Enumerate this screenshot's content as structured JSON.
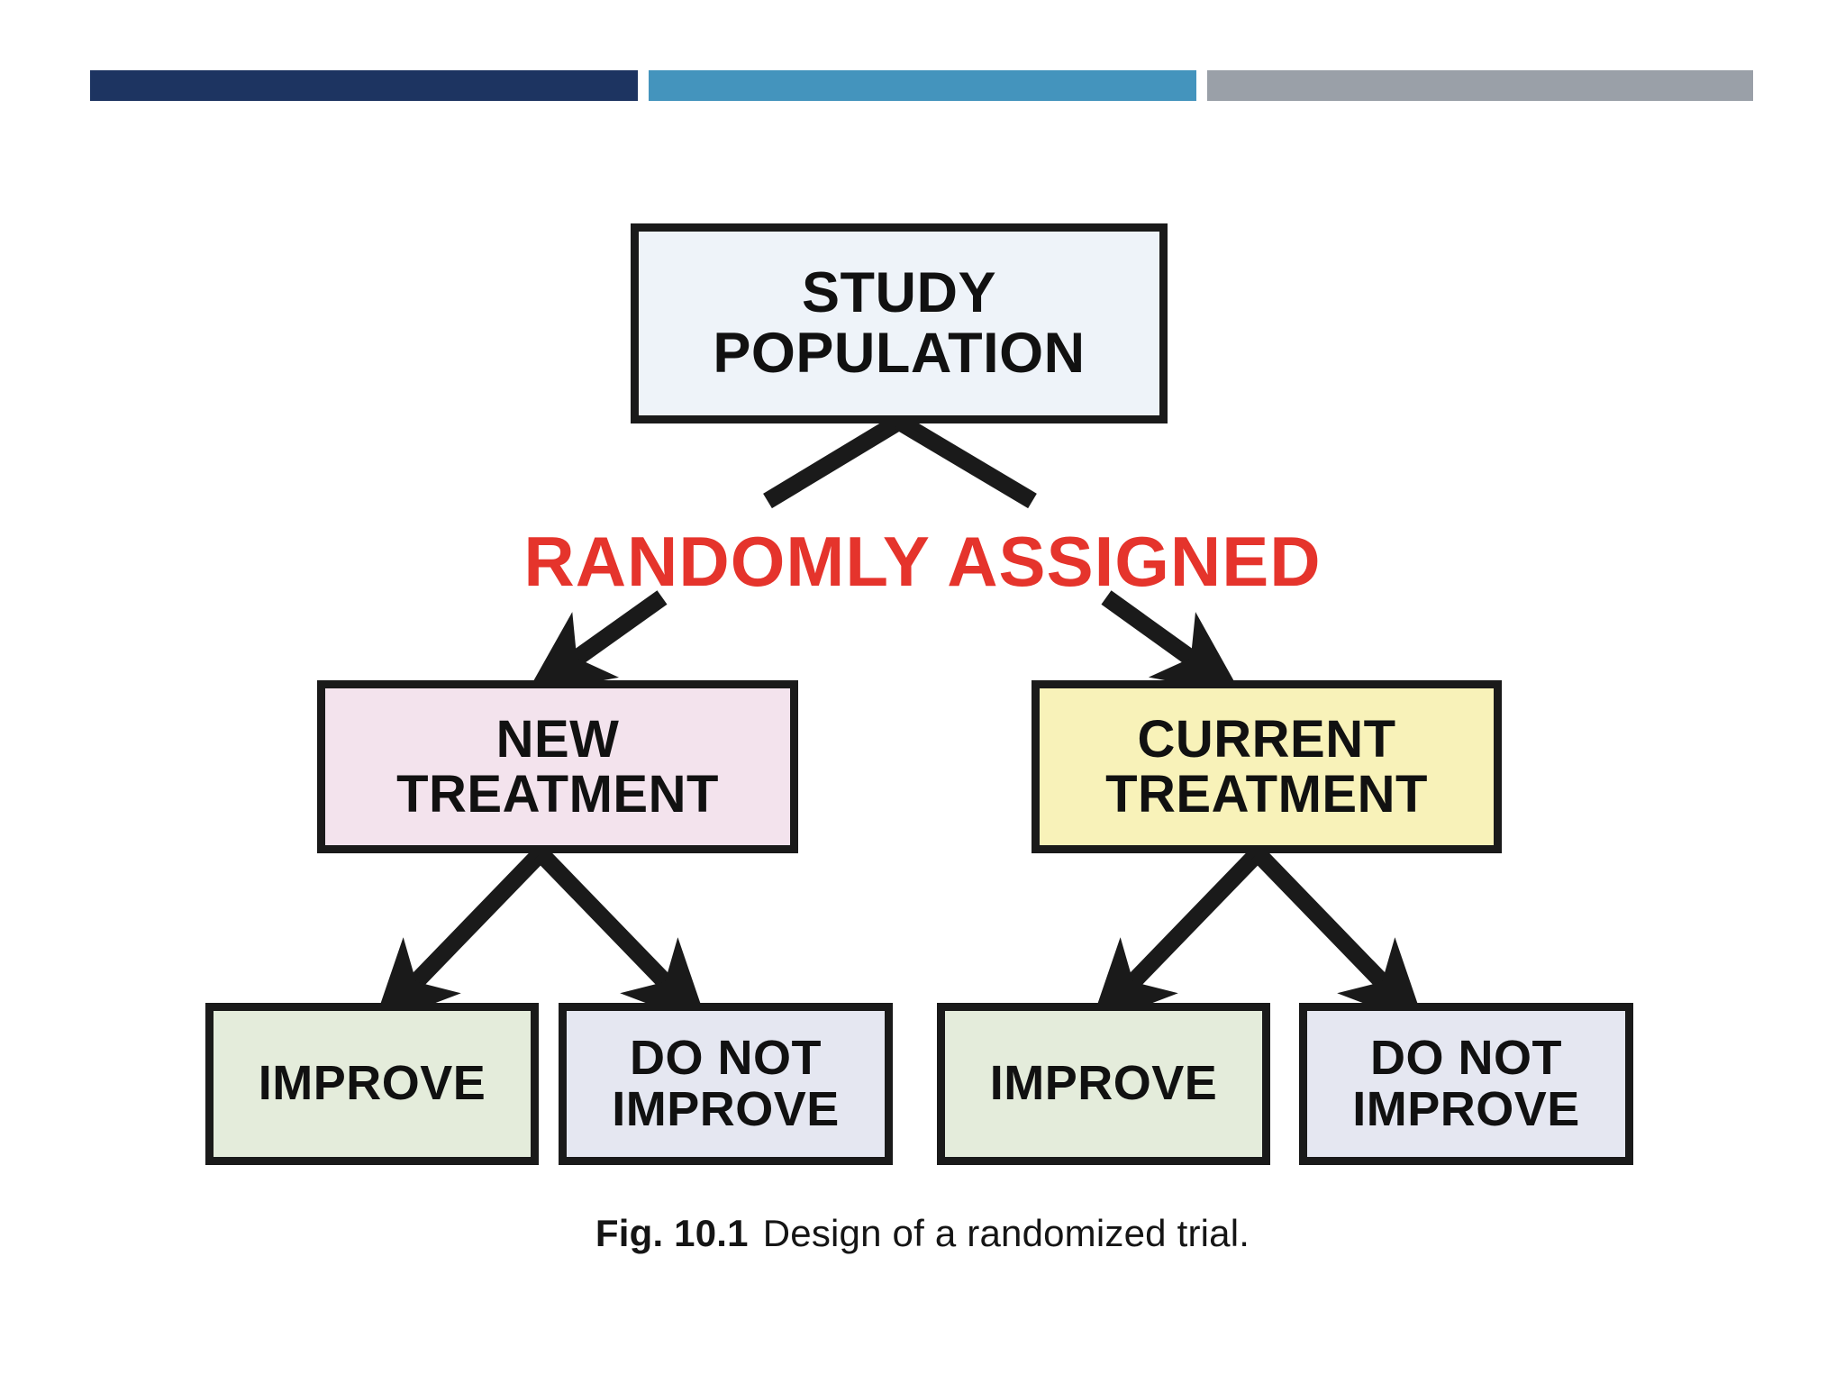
{
  "header": {
    "bars": [
      {
        "name": "navy-bar",
        "color": "#1d3461"
      },
      {
        "name": "blue-bar",
        "color": "#4494bd"
      },
      {
        "name": "gray-bar",
        "color": "#9aa0a8"
      }
    ]
  },
  "figure": {
    "caption_label": "Fig. 10.1",
    "caption_text": "Design of a randomized trial.",
    "randomization_label": "RANDOMLY ASSIGNED",
    "randomization_color": "#e5342c",
    "nodes": {
      "study_population": {
        "label": "STUDY\nPOPULATION",
        "line1": "STUDY",
        "line2": "POPULATION",
        "fill": "#eef3f9"
      },
      "new_treatment": {
        "line1": "NEW",
        "line2": "TREATMENT",
        "fill": "#f3e3ed"
      },
      "current_treatment": {
        "line1": "CURRENT",
        "line2": "TREATMENT",
        "fill": "#f8f2b9"
      },
      "improve_new": {
        "label": "IMPROVE",
        "fill": "#e4ecdb"
      },
      "do_not_improve_new": {
        "line1": "DO NOT",
        "line2": "IMPROVE",
        "fill": "#e5e7f1"
      },
      "improve_current": {
        "label": "IMPROVE",
        "fill": "#e4ecdb"
      },
      "do_not_improve_current": {
        "line1": "DO NOT",
        "line2": "IMPROVE",
        "fill": "#e5e7f1"
      }
    },
    "edges": [
      {
        "name": "study-to-left-split",
        "from": "study_population",
        "to": "new_treatment"
      },
      {
        "name": "study-to-right-split",
        "from": "study_population",
        "to": "current_treatment"
      },
      {
        "name": "new-treatment-to-improve",
        "from": "new_treatment",
        "to": "improve_new"
      },
      {
        "name": "new-treatment-to-do-not-improve",
        "from": "new_treatment",
        "to": "do_not_improve_new"
      },
      {
        "name": "current-treatment-to-improve",
        "from": "current_treatment",
        "to": "improve_current"
      },
      {
        "name": "current-treatment-to-do-not-improve",
        "from": "current_treatment",
        "to": "do_not_improve_current"
      }
    ]
  }
}
